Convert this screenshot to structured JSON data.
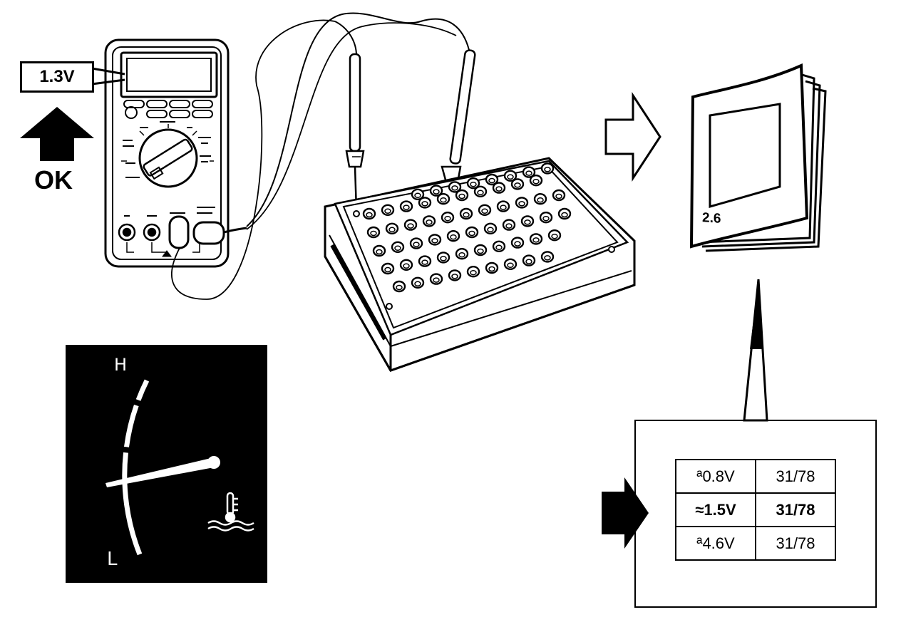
{
  "multimeter": {
    "display_value": "1.3V",
    "status": "OK"
  },
  "manual": {
    "section": "2.6"
  },
  "gauge": {
    "high_label": "H",
    "low_label": "L"
  },
  "spec_table": {
    "rows": [
      {
        "voltage": "ª0.8V",
        "reference": "31/78"
      },
      {
        "voltage": "≈1.5V",
        "reference": "31/78"
      },
      {
        "voltage": "ª4.6V",
        "reference": "31/78"
      }
    ],
    "highlighted_row": 1
  }
}
